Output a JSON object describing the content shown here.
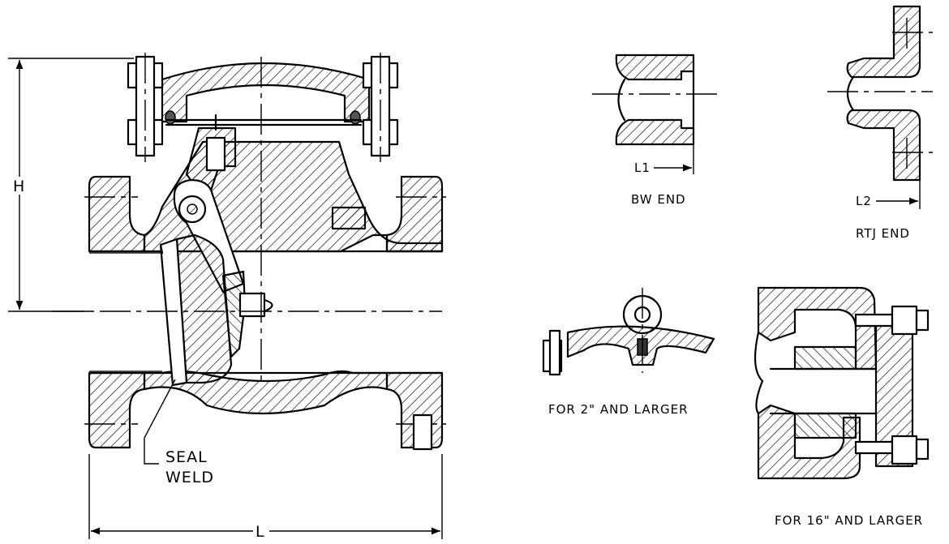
{
  "labels": {
    "h": "H",
    "l": "L",
    "l1": "L1",
    "l2": "L2",
    "seal_line1": "SEAL",
    "seal_line2": "WELD",
    "bw_end": "BW END",
    "rtj_end": "RTJ END",
    "for_2": "FOR 2\" AND LARGER",
    "for_16": "FOR 16\" AND LARGER"
  }
}
